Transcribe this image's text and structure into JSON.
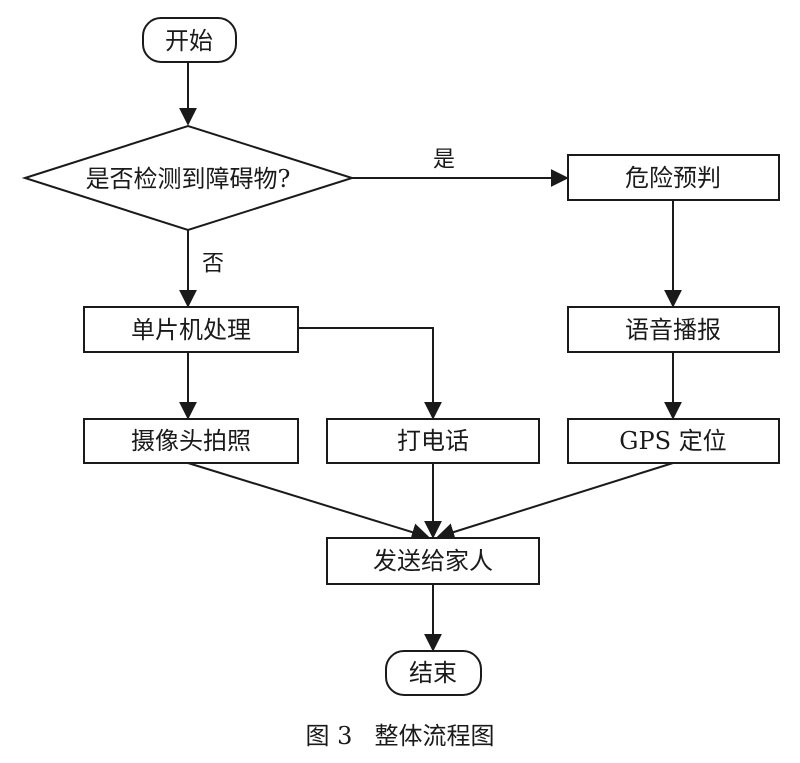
{
  "nodes": {
    "start": "开始",
    "decision": "是否检测到障碍物?",
    "danger": "危险预判",
    "mcu": "单片机处理",
    "voice": "语音播报",
    "camera": "摄像头拍照",
    "call": "打电话",
    "gps": "GPS 定位",
    "send": "发送给家人",
    "end": "结束"
  },
  "edges": {
    "yes": "是",
    "no": "否"
  },
  "caption": {
    "number": "图 3",
    "title": "整体流程图"
  }
}
